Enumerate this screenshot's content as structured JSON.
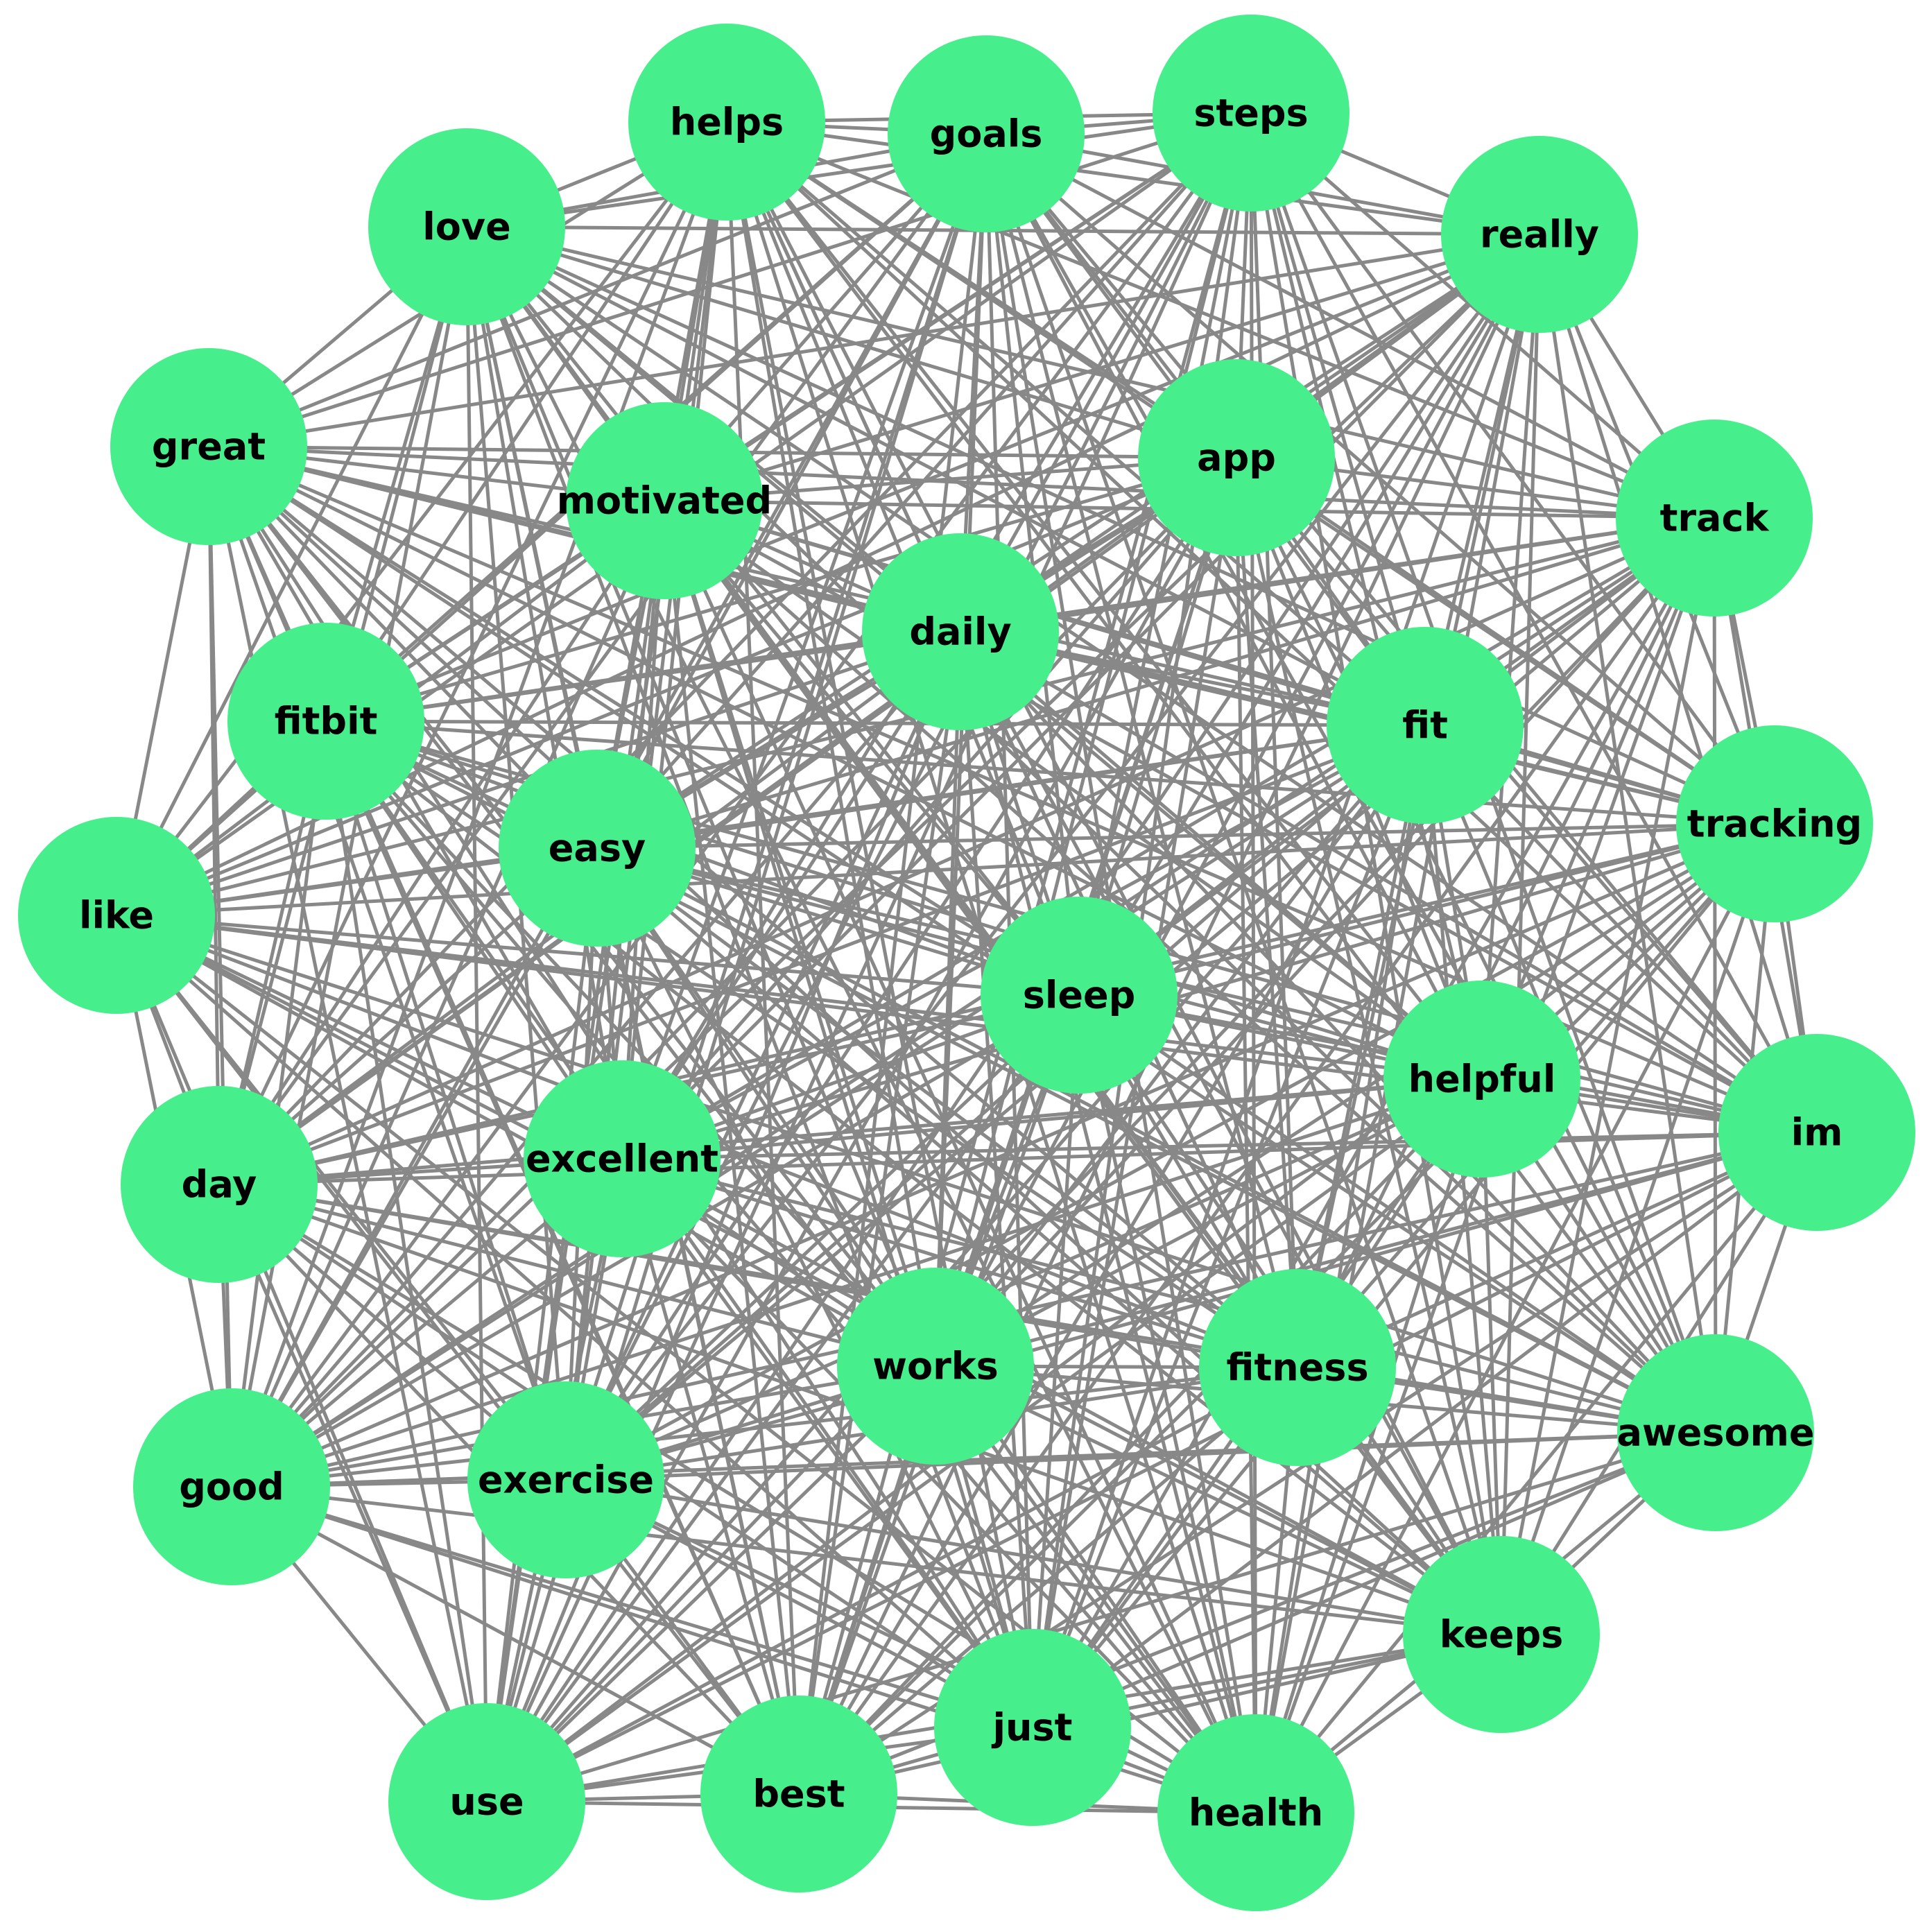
{
  "colors": {
    "node": "#46ee8c",
    "edge": "#888888",
    "label": "#000000",
    "background": "#ffffff"
  },
  "nodes": [
    {
      "id": "helps",
      "label": "helps"
    },
    {
      "id": "goals",
      "label": "goals"
    },
    {
      "id": "steps",
      "label": "steps"
    },
    {
      "id": "love",
      "label": "love"
    },
    {
      "id": "really",
      "label": "really"
    },
    {
      "id": "great",
      "label": "great"
    },
    {
      "id": "motivated",
      "label": "motivated"
    },
    {
      "id": "app",
      "label": "app"
    },
    {
      "id": "track",
      "label": "track"
    },
    {
      "id": "daily",
      "label": "daily"
    },
    {
      "id": "fitbit",
      "label": "fitbit"
    },
    {
      "id": "fit",
      "label": "fit"
    },
    {
      "id": "easy",
      "label": "easy"
    },
    {
      "id": "tracking",
      "label": "tracking"
    },
    {
      "id": "like",
      "label": "like"
    },
    {
      "id": "sleep",
      "label": "sleep"
    },
    {
      "id": "helpful",
      "label": "helpful"
    },
    {
      "id": "im",
      "label": "im"
    },
    {
      "id": "day",
      "label": "day"
    },
    {
      "id": "excellent",
      "label": "excellent"
    },
    {
      "id": "works",
      "label": "works"
    },
    {
      "id": "fitness",
      "label": "fitness"
    },
    {
      "id": "awesome",
      "label": "awesome"
    },
    {
      "id": "good",
      "label": "good"
    },
    {
      "id": "exercise",
      "label": "exercise"
    },
    {
      "id": "keeps",
      "label": "keeps"
    },
    {
      "id": "just",
      "label": "just"
    },
    {
      "id": "use",
      "label": "use"
    },
    {
      "id": "best",
      "label": "best"
    },
    {
      "id": "health",
      "label": "health"
    }
  ],
  "edges": "complete"
}
